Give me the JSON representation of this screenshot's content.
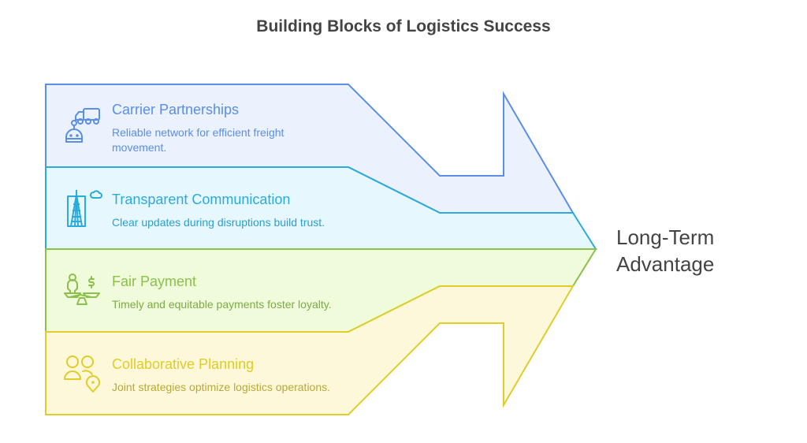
{
  "title": "Building Blocks of Logistics Success",
  "outcome": {
    "line1": "Long-Term",
    "line2": "Advantage"
  },
  "blocks": [
    {
      "title": "Carrier Partnerships",
      "description": "Reliable network for efficient freight movement.",
      "icon": "robot-truck-icon",
      "stroke": "#5b8ee6",
      "fill": "#ebf1fd",
      "title_color": "#5b8ee6",
      "desc_color": "#5b8ee6"
    },
    {
      "title": "Transparent Communication",
      "description": "Clear updates during disruptions build trust.",
      "icon": "tower-cloud-icon",
      "stroke": "#2aabdc",
      "fill": "#e6f7fd",
      "title_color": "#2aabdc",
      "desc_color": "#2a9fcf"
    },
    {
      "title": "Fair Payment",
      "description": "Timely and equitable payments foster loyalty.",
      "icon": "balance-scale-icon",
      "stroke": "#8cc04a",
      "fill": "#f0fbdc",
      "title_color": "#8cc04a",
      "desc_color": "#7cab45"
    },
    {
      "title": "Collaborative Planning",
      "description": "Joint strategies optimize logistics operations.",
      "icon": "team-location-icon",
      "stroke": "#e2cc2a",
      "fill": "#fdf8d9",
      "title_color": "#e2cc2a",
      "desc_color": "#b8a83a"
    }
  ]
}
